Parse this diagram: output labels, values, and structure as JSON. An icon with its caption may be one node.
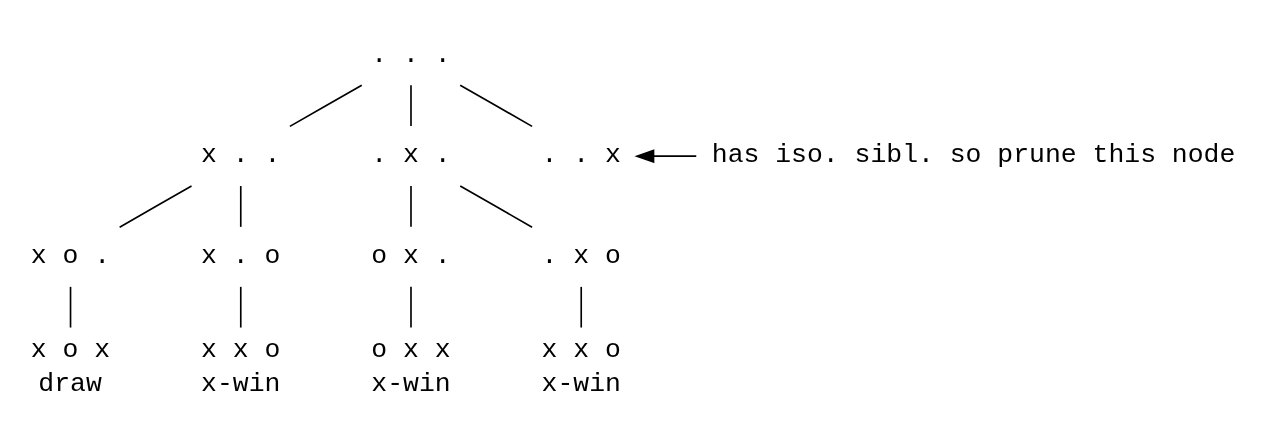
{
  "diagram": {
    "nodes": [
      {
        "text": [
          ". . ."
        ]
      },
      {
        "text": [
          "x . ."
        ]
      },
      {
        "text": [
          ". x ."
        ]
      },
      {
        "text": [
          ". . x"
        ]
      },
      {
        "text": [
          "has iso. sibl. so prune this node"
        ]
      },
      {
        "text": [
          "x o ."
        ]
      },
      {
        "text": [
          "x . o"
        ]
      },
      {
        "text": [
          "o x ."
        ]
      },
      {
        "text": [
          ". x o"
        ]
      },
      {
        "text": [
          "x o x"
        ],
        "beside": [
          "draw"
        ]
      },
      {
        "text": [
          "x x o"
        ],
        "beside": [
          "x-win"
        ]
      },
      {
        "text": [
          "o x x"
        ],
        "beside": [
          "x-win"
        ]
      },
      {
        "text": [
          "x x o"
        ],
        "beside": [
          "x-win"
        ]
      }
    ],
    "edges": [
      {
        "from": 0,
        "to": 1,
        "arrow": "none"
      },
      {
        "from": 0,
        "to": 2,
        "arrow": "none"
      },
      {
        "from": 0,
        "to": 3,
        "arrow": "none"
      },
      {
        "from": 4,
        "to": 3,
        "arrow": "to"
      },
      {
        "from": 1,
        "to": 5,
        "arrow": "none"
      },
      {
        "from": 1,
        "to": 6,
        "arrow": "none"
      },
      {
        "from": 2,
        "to": 7,
        "arrow": "none"
      },
      {
        "from": 2,
        "to": 8,
        "arrow": "none"
      },
      {
        "from": 5,
        "to": 9,
        "arrow": "none"
      },
      {
        "from": 6,
        "to": 10,
        "arrow": "none"
      },
      {
        "from": 7,
        "to": 11,
        "arrow": "none"
      },
      {
        "from": 8,
        "to": 12,
        "arrow": "none"
      }
    ]
  }
}
